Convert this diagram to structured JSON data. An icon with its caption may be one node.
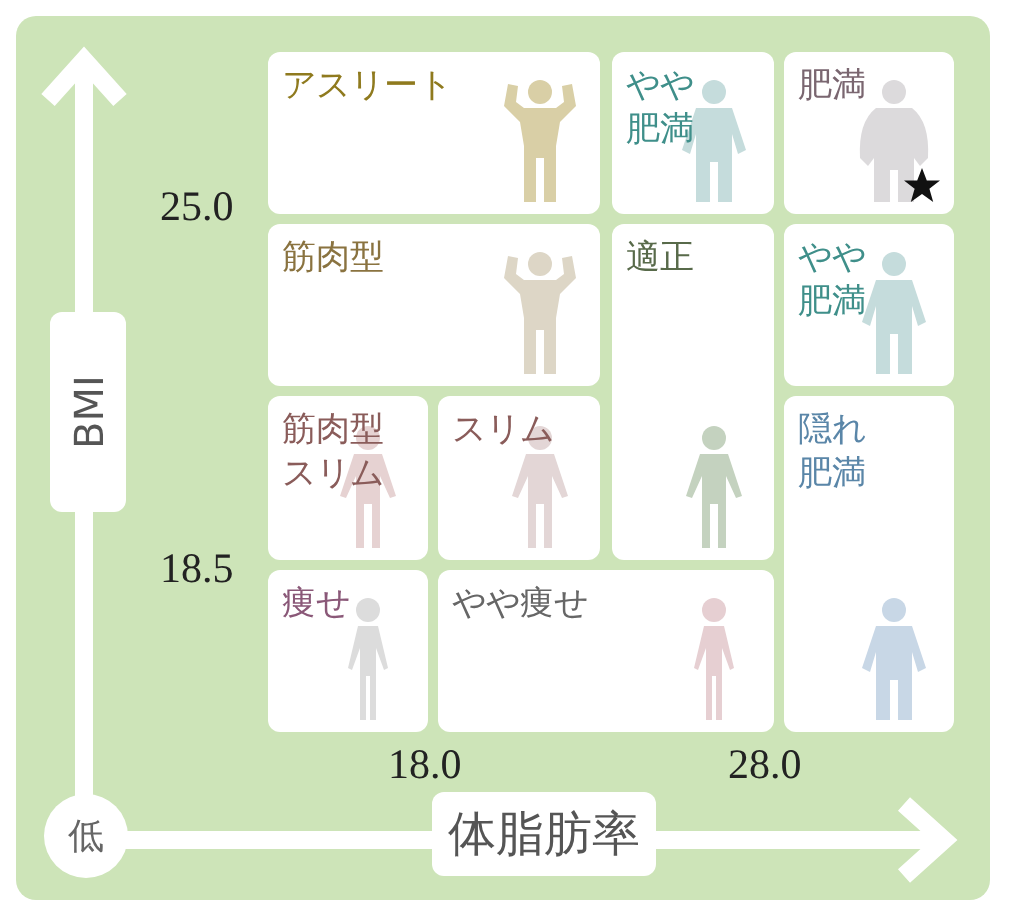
{
  "diagram": {
    "nodes": [
      {
        "text": [
          "アスリート"
        ]
      },
      {
        "text": [
          "やや肥満"
        ]
      },
      {
        "text": [
          "肥満"
        ]
      },
      {
        "text": [
          "筋肉型"
        ]
      },
      {
        "text": [
          "適正"
        ]
      },
      {
        "text": [
          "やや肥満"
        ]
      },
      {
        "text": [
          "筋肉型スリム"
        ]
      },
      {
        "text": [
          "スリム"
        ]
      },
      {
        "text": [
          "隠れ肥満"
        ]
      },
      {
        "text": [
          "痩せ"
        ]
      },
      {
        "text": [
          "やや痩せ"
        ]
      }
    ],
    "labels": [
      "25.0",
      "BMI",
      "18.5",
      "18.0",
      "28.0",
      "低",
      "体脂肪率"
    ]
  }
}
